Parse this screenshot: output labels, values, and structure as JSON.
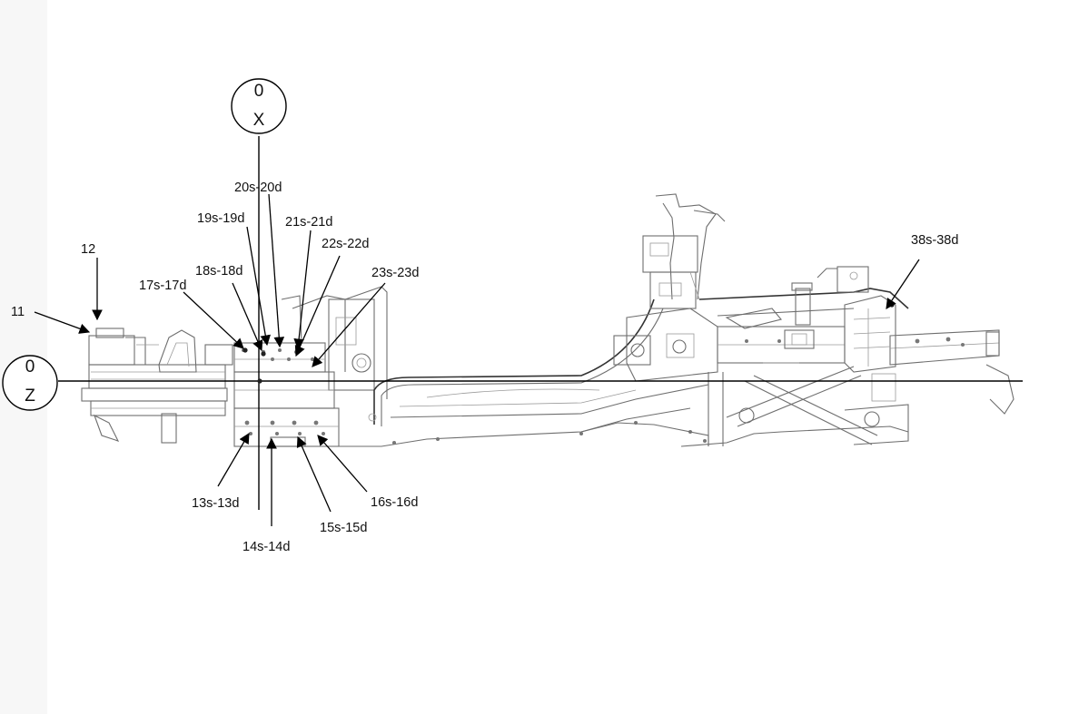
{
  "diagram": {
    "origin_x": {
      "value": "0",
      "axis": "X"
    },
    "origin_z": {
      "value": "0",
      "axis": "Z"
    },
    "callouts": [
      {
        "id": "c11",
        "label": "11"
      },
      {
        "id": "c12",
        "label": "12"
      },
      {
        "id": "c17",
        "label": "17s-17d"
      },
      {
        "id": "c18",
        "label": "18s-18d"
      },
      {
        "id": "c19",
        "label": "19s-19d"
      },
      {
        "id": "c20",
        "label": "20s-20d"
      },
      {
        "id": "c21",
        "label": "21s-21d"
      },
      {
        "id": "c22",
        "label": "22s-22d"
      },
      {
        "id": "c23",
        "label": "23s-23d"
      },
      {
        "id": "c38",
        "label": "38s-38d"
      },
      {
        "id": "c13",
        "label": "13s-13d"
      },
      {
        "id": "c14",
        "label": "14s-14d"
      },
      {
        "id": "c15",
        "label": "15s-15d"
      },
      {
        "id": "c16",
        "label": "16s-16d"
      }
    ]
  }
}
